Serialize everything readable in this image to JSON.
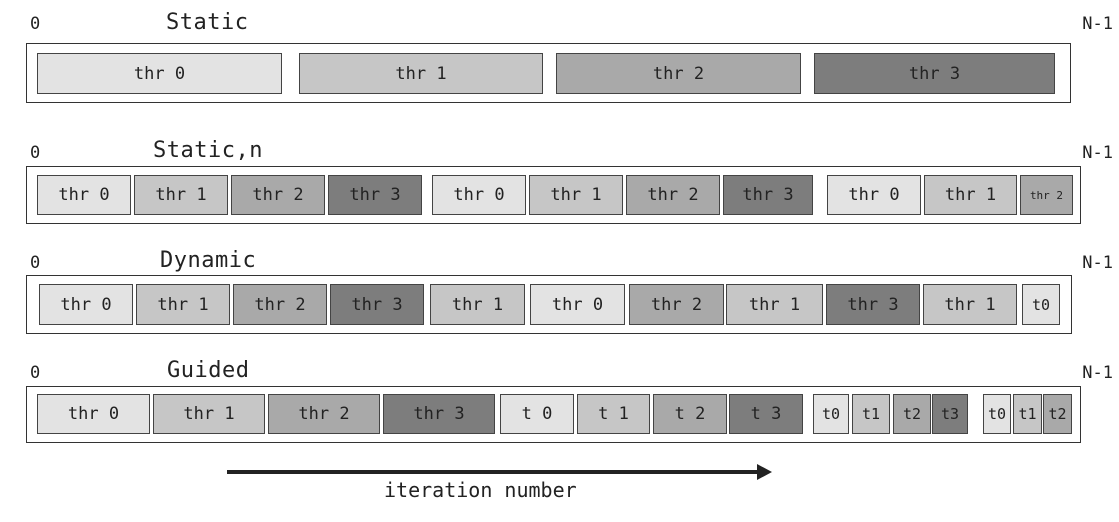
{
  "rows": [
    {
      "title": "Static",
      "start": "0",
      "end": "N-1",
      "blocks": [
        {
          "label": "thr 0",
          "shade": 0
        },
        {
          "label": "thr 1",
          "shade": 1
        },
        {
          "label": "thr 2",
          "shade": 2
        },
        {
          "label": "thr 3",
          "shade": 3
        }
      ]
    },
    {
      "title": "Static,n",
      "start": "0",
      "end": "N-1",
      "blocks": [
        {
          "label": "thr 0",
          "shade": 0
        },
        {
          "label": "thr 1",
          "shade": 1
        },
        {
          "label": "thr 2",
          "shade": 2
        },
        {
          "label": "thr 3",
          "shade": 3
        },
        {
          "label": "thr 0",
          "shade": 0
        },
        {
          "label": "thr 1",
          "shade": 1
        },
        {
          "label": "thr 2",
          "shade": 2
        },
        {
          "label": "thr 3",
          "shade": 3
        },
        {
          "label": "thr 0",
          "shade": 0
        },
        {
          "label": "thr 1",
          "shade": 1
        },
        {
          "label": "thr 2",
          "shade": 2
        }
      ]
    },
    {
      "title": "Dynamic",
      "start": "0",
      "end": "N-1",
      "blocks": [
        {
          "label": "thr 0",
          "shade": 0
        },
        {
          "label": "thr 1",
          "shade": 1
        },
        {
          "label": "thr 2",
          "shade": 2
        },
        {
          "label": "thr 3",
          "shade": 3
        },
        {
          "label": "thr 1",
          "shade": 1
        },
        {
          "label": "thr 0",
          "shade": 0
        },
        {
          "label": "thr 2",
          "shade": 2
        },
        {
          "label": "thr 1",
          "shade": 1
        },
        {
          "label": "thr 3",
          "shade": 3
        },
        {
          "label": "thr 1",
          "shade": 1
        },
        {
          "label": "t0",
          "shade": 0
        }
      ]
    },
    {
      "title": "Guided",
      "start": "0",
      "end": "N-1",
      "blocks": [
        {
          "label": "thr 0",
          "shade": 0
        },
        {
          "label": "thr 1",
          "shade": 1
        },
        {
          "label": "thr 2",
          "shade": 2
        },
        {
          "label": "thr 3",
          "shade": 3
        },
        {
          "label": "t 0",
          "shade": 0
        },
        {
          "label": "t 1",
          "shade": 1
        },
        {
          "label": "t 2",
          "shade": 2
        },
        {
          "label": "t 3",
          "shade": 3
        },
        {
          "label": "t0",
          "shade": 0
        },
        {
          "label": "t1",
          "shade": 1
        },
        {
          "label": "t2",
          "shade": 2
        },
        {
          "label": "t3",
          "shade": 3
        },
        {
          "label": "t0",
          "shade": 0
        },
        {
          "label": "t1",
          "shade": 1
        },
        {
          "label": "t2",
          "shade": 2
        }
      ]
    }
  ],
  "arrow_label": "iteration number"
}
